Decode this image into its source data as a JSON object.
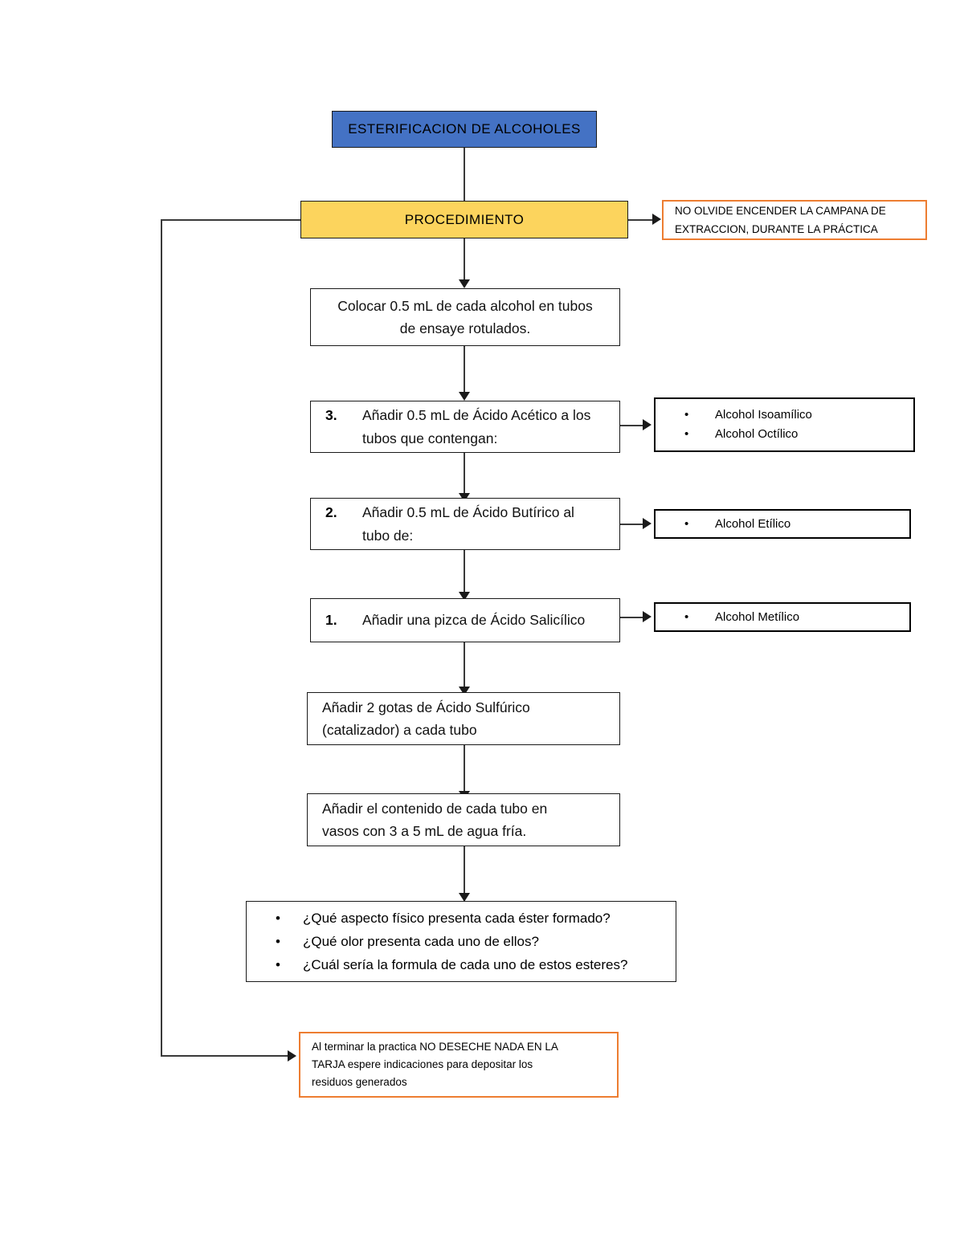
{
  "document": {
    "title": "ESTERIFICACION DE ALCOHOLES",
    "procedure_label": "PROCEDIMIENTO"
  },
  "colors": {
    "title_fill": "#4472C4",
    "procedure_fill": "#FCD45D",
    "warning_border": "#ED7D31",
    "box_border": "#1a1a1a",
    "connector": "#3a3a3a"
  },
  "warnings": {
    "campana": {
      "line1": "NO OLVIDE ENCENDER LA CAMPANA DE",
      "line2": "EXTRACCION, DURANTE LA PRÁCTICA"
    },
    "residuos": {
      "line1": "Al terminar la practica NO DESECHE NADA EN LA",
      "line2": "TARJA espere indicaciones para depositar los",
      "line3": "residuos generados"
    }
  },
  "steps": {
    "colocar": {
      "line1": "Colocar 0.5 mL de cada alcohol en tubos",
      "line2": "de ensaye rotulados."
    },
    "acetico": {
      "number": "3.",
      "line1": "Añadir 0.5 mL de Ácido Acético a los",
      "line2": "tubos que contengan:"
    },
    "butirico": {
      "number": "2.",
      "line1": "Añadir 0.5 mL de Ácido Butírico al",
      "line2": "tubo de:"
    },
    "salicilico": {
      "number": "1.",
      "line1": "Añadir una pizca de Ácido Salicílico",
      "line2": ""
    },
    "sulfurico": {
      "line1": "Añadir 2 gotas de Ácido Sulfúrico",
      "line2": "(catalizador) a cada tubo"
    },
    "agua_fria": {
      "line1": "Añadir el contenido de cada tubo en",
      "line2": "vasos con 3 a 5 mL de agua fría."
    }
  },
  "alcohols": {
    "acetico_group": {
      "item1": "Alcohol Isoamílico",
      "item2": "Alcohol Octílico"
    },
    "butirico_group": {
      "item1": "Alcohol Etílico"
    },
    "salicilico_group": {
      "item1": "Alcohol Metílico"
    }
  },
  "questions": {
    "q1": "¿Qué aspecto físico presenta cada éster formado?",
    "q2": "¿Qué olor presenta cada uno de ellos?",
    "q3": "¿Cuál sería la formula de cada uno de estos esteres?"
  }
}
